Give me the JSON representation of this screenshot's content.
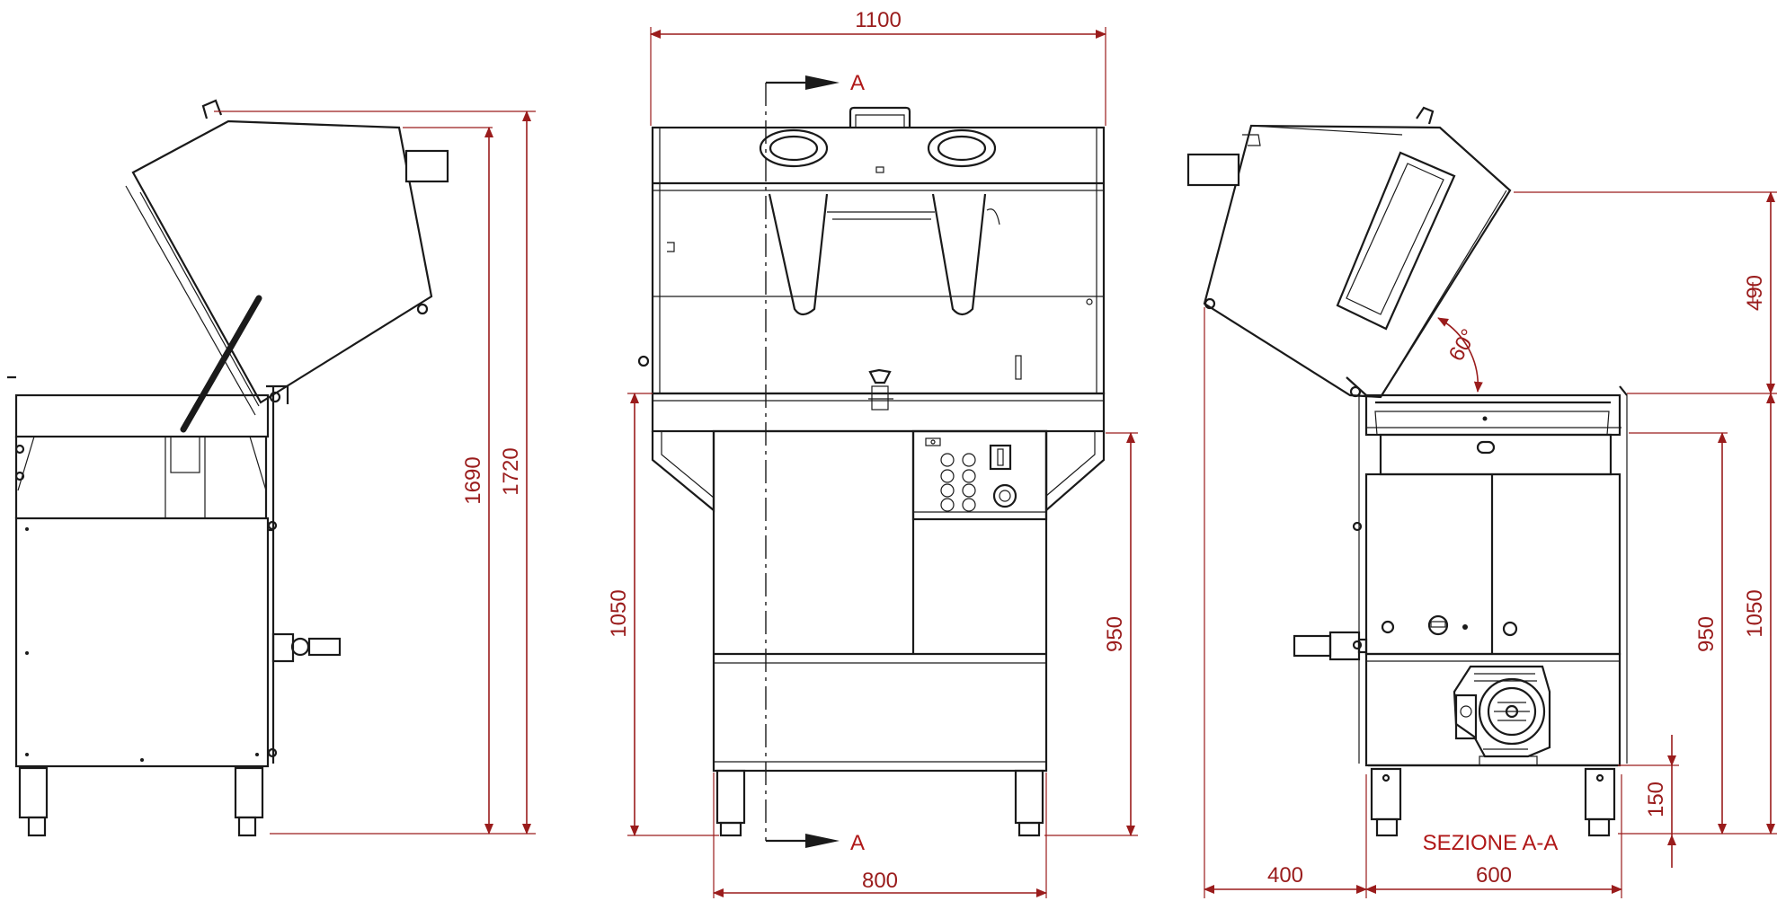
{
  "dimensions": {
    "side_total_1720": "1720",
    "side_height_1690": "1690",
    "front_width_1100": "1100",
    "front_height_1050": "1050",
    "front_worktop_950": "950",
    "front_base_800": "800",
    "right_lid_490": "490",
    "right_angle_60": "60°",
    "right_worktop_950": "950",
    "right_height_1050": "1050",
    "right_feet_150": "150",
    "right_depth_600": "600",
    "right_lid_400": "400"
  },
  "section": {
    "marker_top": "A",
    "marker_bottom": "A",
    "title": "SEZIONE A-A"
  },
  "colors": {
    "dimension": "#9a1c1c",
    "outline": "#1a1a1a",
    "background": "#ffffff"
  }
}
